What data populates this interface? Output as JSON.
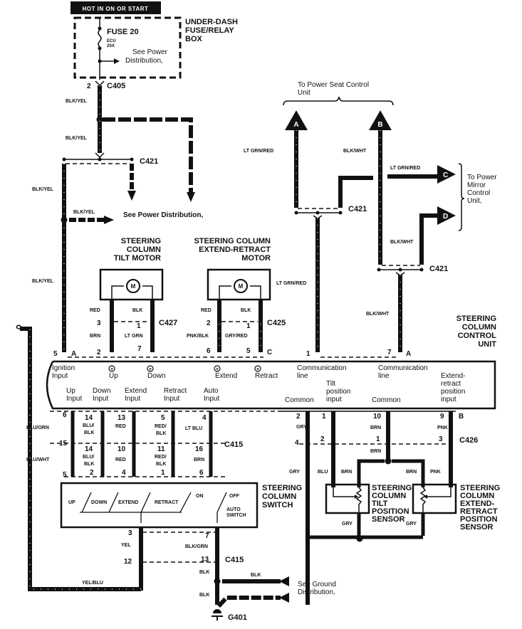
{
  "title_bar": {
    "label": "HOT IN ON OR START"
  },
  "fuse_box": {
    "name": "UNDER-DASH FUSE/RELAY BOX",
    "name_lines": [
      "UNDER-DASH",
      "FUSE/RELAY",
      "BOX"
    ],
    "fuse": "FUSE 20",
    "fuse_circuit": "ECU",
    "fuse_rating": "20A",
    "note_lines": [
      "See Power",
      "Distribution,"
    ]
  },
  "connectors": {
    "c405": "C405",
    "c405_pin": "2",
    "c421_left": "C421",
    "c421_mid": "C421",
    "c421_right": "C421",
    "c427": "C427",
    "c425": "C425",
    "c415_top": "C415",
    "c415_bottom": "C415",
    "c426": "C426",
    "g401": "G401"
  },
  "wires": {
    "blk_yel": "BLK/YEL",
    "lt_grn_red": "LT GRN/RED",
    "blk_wht": "BLK/WHT",
    "red": "RED",
    "blk": "BLK",
    "brn": "BRN",
    "lt_grn": "LT GRN",
    "pnk_blk": "PNK/BLK",
    "gry_red": "GRY/RED",
    "blu_orn": "BLU/ORN",
    "blu_wht": "BLU/WHT",
    "blu_blk": [
      "BLU/",
      "BLK"
    ],
    "red_blk": [
      "RED/",
      "BLK"
    ],
    "lt_blu": "LT BLU",
    "gry": "GRY",
    "blu": "BLU",
    "pnk": "PNK",
    "yel": "YEL",
    "blk_grn": "BLK/GRN",
    "yel_blu": "YEL/BLU"
  },
  "notes": {
    "power_dist": "See Power Distribution,",
    "power_seat": [
      "To Power Seat Control",
      "Unit"
    ],
    "mirror": [
      "To Power",
      "Mirror",
      "Control",
      "Unit,"
    ],
    "ground": [
      "See Ground",
      "Distribution,"
    ]
  },
  "terminals": {
    "A": "A",
    "B": "B",
    "C": "C",
    "D": "D"
  },
  "components": {
    "tilt_motor": [
      "STEERING",
      "COLUMN",
      "TILT MOTOR"
    ],
    "extend_motor": [
      "STEERING COLUMN",
      "EXTEND-RETRACT",
      "MOTOR"
    ],
    "motor_symbol": "M",
    "control_unit": [
      "STEERING",
      "COLUMN",
      "CONTROL",
      "UNIT"
    ],
    "switch": [
      "STEERING",
      "COLUMN",
      "SWITCH"
    ],
    "tilt_sensor": [
      "STEERING",
      "COLUMN",
      "TILT",
      "POSITION",
      "SENSOR"
    ],
    "extend_sensor": [
      "STEERING",
      "COLUMN",
      "EXTEND-",
      "RETRACT",
      "POSITION",
      "SENSOR"
    ]
  },
  "control_unit_labels": {
    "ignition": [
      "Ignition",
      "Input"
    ],
    "up": "Up",
    "down": "Down",
    "extend": "Extend",
    "retract": "Retract",
    "comm1": [
      "Communication",
      "line"
    ],
    "comm2": [
      "Communication",
      "line"
    ],
    "up_input": [
      "Up",
      "Input"
    ],
    "down_input": [
      "Down",
      "Input"
    ],
    "extend_input": [
      "Extend",
      "Input"
    ],
    "retract_input": [
      "Retract",
      "Input"
    ],
    "auto_input": [
      "Auto",
      "Input"
    ],
    "common1": "Common",
    "tilt_pos": [
      "Tilt",
      "position",
      "input"
    ],
    "common2": "Common",
    "extend_pos": [
      "Extend-",
      "retract",
      "position",
      "input"
    ]
  },
  "switch_labels": {
    "up": "UP",
    "down": "DOWN",
    "extend": "EXTEND",
    "retract": "RETRACT",
    "on": "ON",
    "off": "OFF",
    "auto": [
      "AUTO",
      "SWITCH"
    ]
  },
  "pins": {
    "ignition": "5",
    "tilt_a": "2",
    "tilt_b": "7",
    "ext_a": "6",
    "ext_b": "5",
    "c427_a": "3",
    "c427_b": "1",
    "c425_a": "2",
    "c425_b": "1",
    "comm1": "1",
    "comm2": "7",
    "sw_up_top": "6",
    "sw_up_mid": "15",
    "sw_up_bot": "5",
    "sw_down_top": "14",
    "sw_down_mid": "14",
    "sw_down_bot": "2",
    "sw_ext_top": "13",
    "sw_ext_mid": "10",
    "sw_ext_bot": "4",
    "sw_ret_top": "5",
    "sw_ret_mid": "11",
    "sw_ret_bot": "1",
    "sw_auto_top": "4",
    "sw_auto_mid": "16",
    "sw_auto_bot": "6",
    "s_common1": "2",
    "s_tilt": "1",
    "s_common2": "10",
    "s_ext": "9",
    "c426_a": "4",
    "c426_b": "2",
    "c426_c": "1",
    "c426_d": "3",
    "sw_out_a": "3",
    "sw_out_b": "7",
    "c415b_a": "12",
    "c415b_b": "13"
  }
}
